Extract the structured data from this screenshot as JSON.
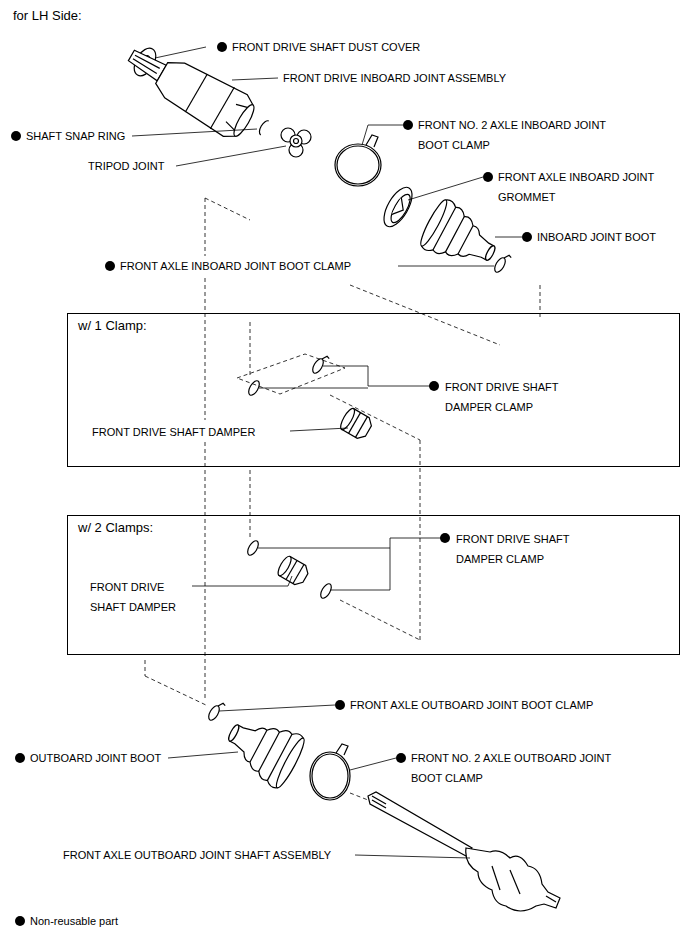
{
  "diagram": {
    "title": "for LH Side:",
    "nodes": [
      {
        "text": [
          "w/ 1 Clamp:",
          "FRONT DRIVE SHAFT DAMPER CLAMP",
          "FRONT DRIVE SHAFT DAMPER"
        ]
      },
      {
        "text": [
          "w/ 2 Clamps:",
          "FRONT DRIVE SHAFT DAMPER CLAMP",
          "FRONT DRIVE SHAFT DAMPER"
        ]
      }
    ],
    "labels": [
      "FRONT DRIVE SHAFT DUST COVER",
      "FRONT DRIVE INBOARD JOINT ASSEMBLY",
      "SHAFT SNAP RING",
      "TRIPOD JOINT",
      "FRONT NO. 2 AXLE INBOARD JOINT BOOT CLAMP",
      "FRONT AXLE INBOARD JOINT GROMMET",
      "INBOARD JOINT BOOT",
      "FRONT AXLE INBOARD JOINT BOOT CLAMP",
      "FRONT AXLE OUTBOARD JOINT BOOT CLAMP",
      "OUTBOARD JOINT BOOT",
      "FRONT NO. 2 AXLE OUTBOARD JOINT BOOT CLAMP",
      "FRONT AXLE OUTBOARD JOINT SHAFT ASSEMBLY"
    ],
    "legend": [
      {
        "text": "Non-reusable part"
      }
    ]
  }
}
